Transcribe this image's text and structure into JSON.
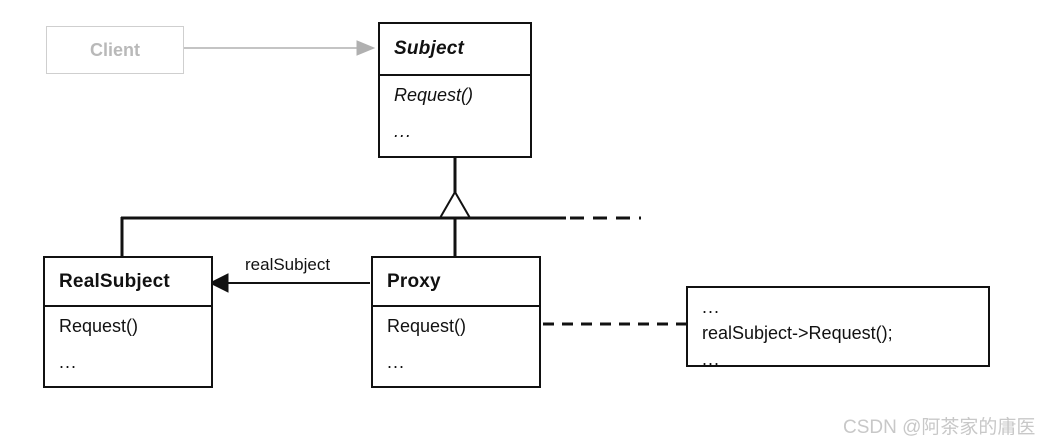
{
  "diagram": {
    "title": "Proxy design pattern UML class diagram",
    "colors": {
      "stroke": "#111111",
      "faded_stroke": "#cfcfcf",
      "faded_text": "#b9b9b9",
      "note_fold_fill": "#a8a8a8",
      "background": "#ffffff",
      "watermark": "#c8c8c8"
    }
  },
  "client": {
    "label": "Client"
  },
  "subject": {
    "name": "Subject",
    "is_abstract": true,
    "operations": [
      "Request()",
      "..."
    ]
  },
  "real_subject": {
    "name": "RealSubject",
    "is_abstract": false,
    "operations": [
      "Request()",
      "..."
    ]
  },
  "proxy": {
    "name": "Proxy",
    "is_abstract": false,
    "operations": [
      "Request()",
      "..."
    ]
  },
  "association": {
    "label": "realSubject"
  },
  "note": {
    "lines": [
      "...",
      "realSubject->Request();",
      "..."
    ]
  },
  "watermark": {
    "text": "CSDN @阿茶家的庸医"
  }
}
